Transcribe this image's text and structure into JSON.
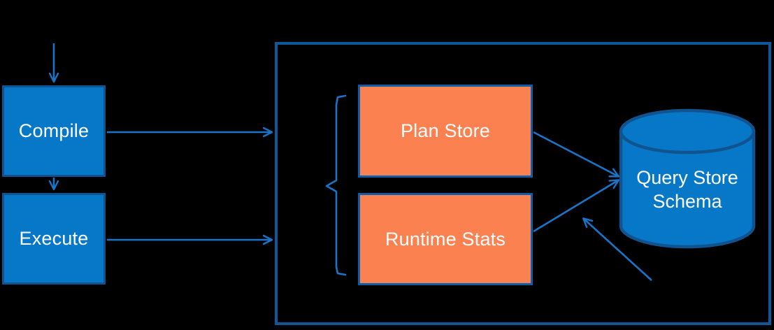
{
  "diagram": {
    "description": "Query Store architecture flow diagram",
    "background_color": "#000000",
    "colors": {
      "blue_node_fill": "#0778c8",
      "blue_node_border": "#0f5390",
      "orange_node_fill": "#fc8150",
      "orange_node_border": "#0d5ea8",
      "outer_box_border": "#0e5899",
      "arrow": "#1a74c8",
      "cylinder_fill": "#0778c8",
      "cylinder_border": "#11538e",
      "label_text": "#ffffff"
    },
    "nodes": {
      "compile": {
        "label": "Compile",
        "shape": "rectangle",
        "color": "blue"
      },
      "execute": {
        "label": "Execute",
        "shape": "rectangle",
        "color": "blue"
      },
      "plan_store": {
        "label": "Plan Store",
        "shape": "rectangle",
        "color": "orange"
      },
      "runtime_stats": {
        "label": "Runtime Stats",
        "shape": "rectangle",
        "color": "orange"
      },
      "query_store_schema": {
        "label": "Query Store Schema",
        "shape": "database-cylinder",
        "color": "blue"
      }
    },
    "edges": [
      {
        "from": "(top)",
        "to": "compile",
        "type": "arrow"
      },
      {
        "from": "compile",
        "to": "execute",
        "type": "arrow"
      },
      {
        "from": "compile",
        "to": "outer-box",
        "type": "arrow"
      },
      {
        "from": "execute",
        "to": "outer-box",
        "type": "arrow"
      },
      {
        "from": "plan_store",
        "to": "query_store_schema",
        "type": "arrow"
      },
      {
        "from": "runtime_stats",
        "to": "query_store_schema",
        "type": "arrow"
      },
      {
        "from": "(bottom-right)",
        "to": "query_store_schema",
        "type": "arrow"
      }
    ],
    "annotations": {
      "brace": "left curly brace grouping Plan Store and Runtime Stats"
    }
  }
}
